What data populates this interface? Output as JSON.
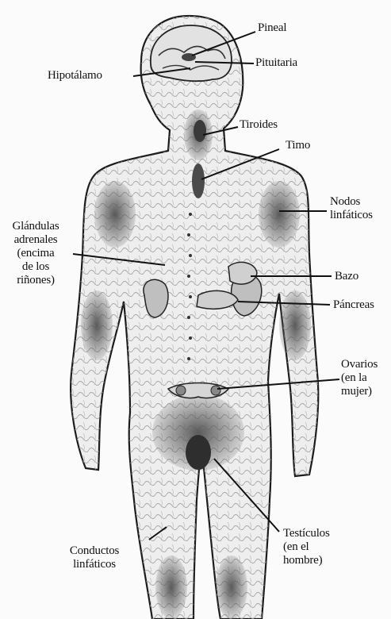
{
  "diagram": {
    "labels": {
      "pineal": "Pineal",
      "pituitaria": "Pituitaria",
      "hipotalamo": "Hipotálamo",
      "tiroides": "Tiroides",
      "timo": "Timo",
      "nodos": "Nodos\nlinfáticos",
      "adrenales": "Glándulas\nadrenales\n(encima\nde los\nriñones)",
      "bazo": "Bazo",
      "pancreas": "Páncreas",
      "ovarios": "Ovarios\n(en la\nmujer)",
      "conductos": "Conductos\nlinfáticos",
      "testiculos": "Testículos\n(en el\nhombre)"
    },
    "colors": {
      "ink": "#111111",
      "skin_shade": "#bdbdbd",
      "dark_tissue": "#3a3a3a"
    }
  }
}
